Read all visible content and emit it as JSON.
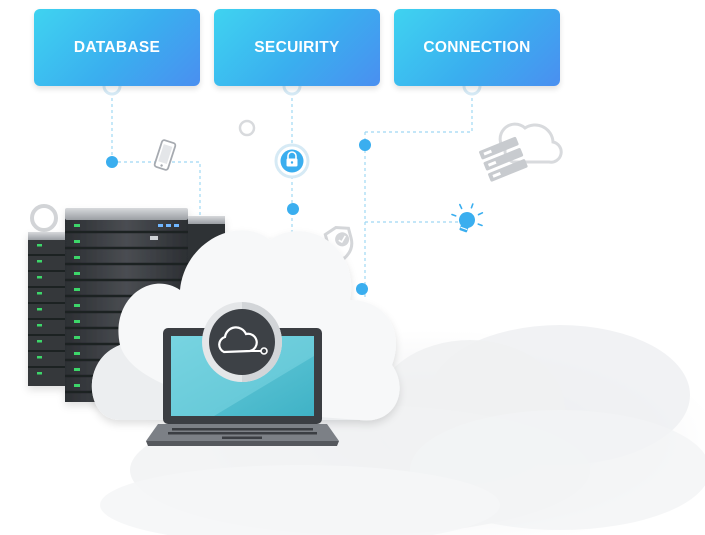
{
  "nodes": [
    {
      "id": "database",
      "label": "DATABASE"
    },
    {
      "id": "security",
      "label": "SECUIRITY"
    },
    {
      "id": "connection",
      "label": "CONNECTION"
    }
  ],
  "icons": [
    "mobile-phone-icon",
    "padlock-icon",
    "server-cloud-icon",
    "lightbulb-icon",
    "shield-check-icon",
    "server-rack-icon",
    "cloud-icon",
    "laptop-icon",
    "cloud-sync-icon"
  ],
  "colors": {
    "pill_gradient_start": "#3fd3f0",
    "pill_gradient_end": "#4a8ff0",
    "node_dot": "#3aaeef",
    "connector_line": "#9fd8f3",
    "server_body": "#3c3f44",
    "server_led": "#3ed66b",
    "laptop_screen": "#5fc6d6",
    "cloud": "#f5f6f7"
  }
}
